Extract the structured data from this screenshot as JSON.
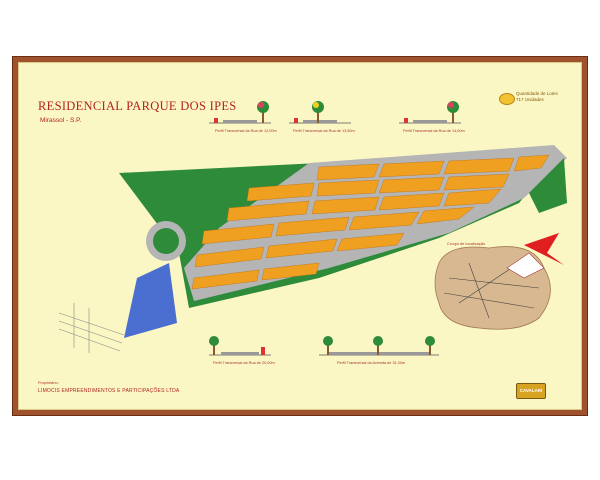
{
  "title": "RESIDENCIAL PARQUE DOS IPES",
  "city": "Mirassol - S.P.",
  "lots_count": {
    "label": "Quantidade de Lotes",
    "value": "717 Unidades"
  },
  "profiles_top": [
    "Perfil Transversal da Rua de 12,00m",
    "Perfil Transversal da Rua de 13,50m",
    "Perfil Transversal da Rua de 14,00m"
  ],
  "profiles_bottom": [
    "Perfil Transversal da Rua de 20,00m",
    "Perfil Transversal da Avenida de 31,00m"
  ],
  "location_inset": {
    "label": "Croqui de localização"
  },
  "owner_label": "Proprietário:",
  "owner": "LIMOCIS EMPREENDIMENTOS E PARTICIPAÇÕES LTDA",
  "logo": "CAVALARI",
  "colors": {
    "frame": "#a0522d",
    "board": "#fbf7c4",
    "lots": "#f0a020",
    "green_area": "#2e8b3a",
    "streets": "#b5b5b5",
    "lake": "#4a6fd0",
    "title": "#b22222"
  }
}
